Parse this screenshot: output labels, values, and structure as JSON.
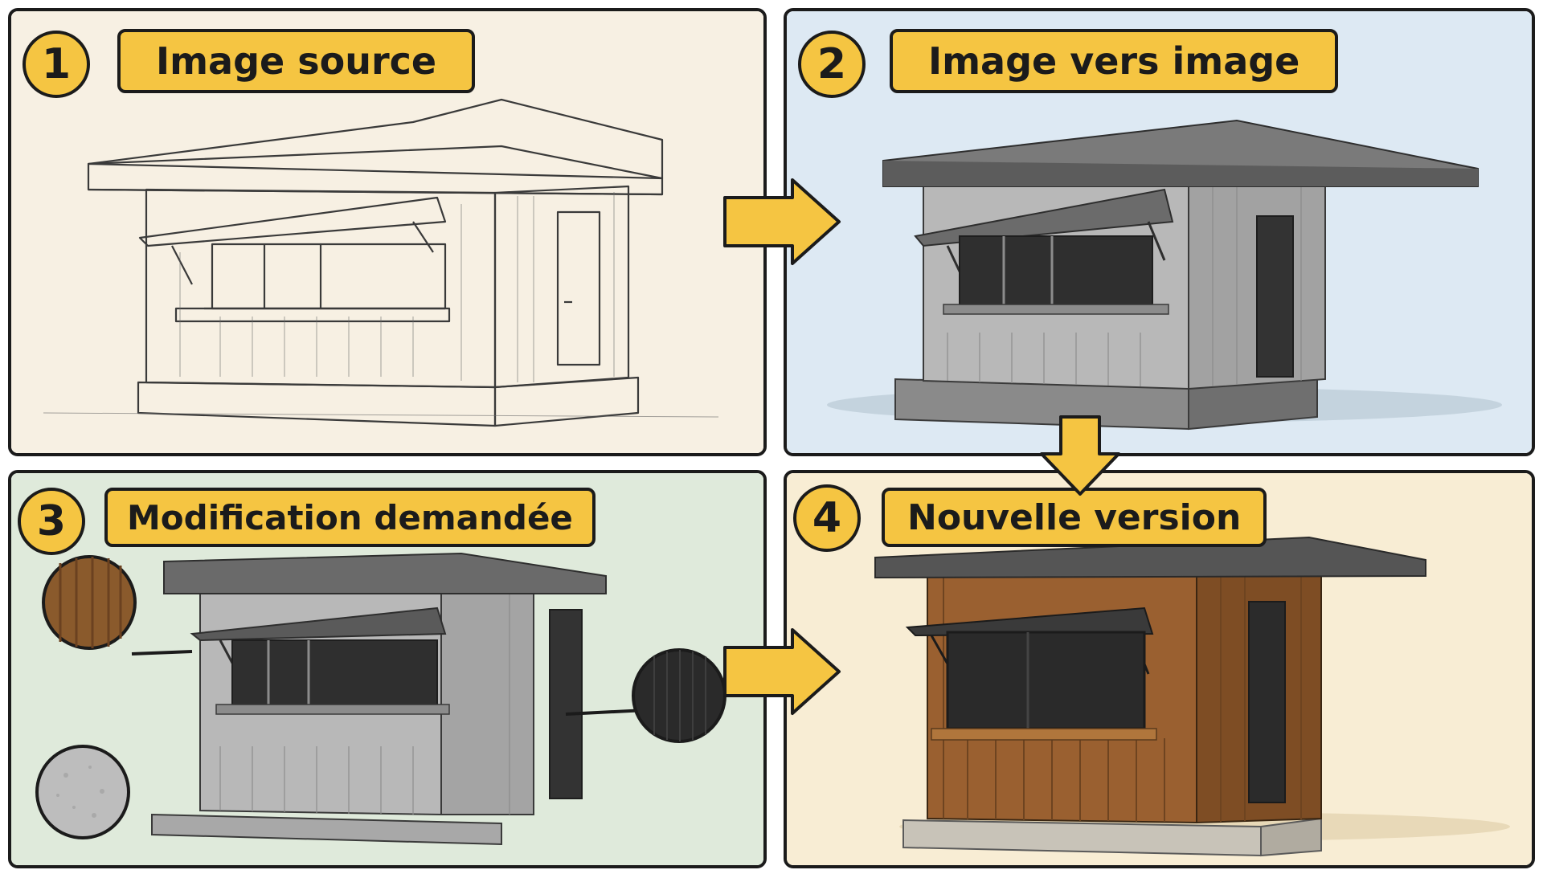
{
  "steps": [
    {
      "number": "1",
      "label": "Image source"
    },
    {
      "number": "2",
      "label": "Image vers image"
    },
    {
      "number": "3",
      "label": "Modification demandée"
    },
    {
      "number": "4",
      "label": "Nouvelle version"
    }
  ],
  "colors": {
    "accent": "#f5c542",
    "outline": "#1b1b1b",
    "panel1_bg": "#f7f0e3",
    "panel2_bg": "#dde9f3",
    "panel3_bg": "#dfeadb",
    "panel4_bg": "#f8edd4"
  },
  "swatches": [
    {
      "material": "wood-cladding",
      "color": "#8a5a2c"
    },
    {
      "material": "black-metal",
      "color": "#2a2a2a"
    },
    {
      "material": "concrete",
      "color": "#bdbdbd"
    }
  ]
}
